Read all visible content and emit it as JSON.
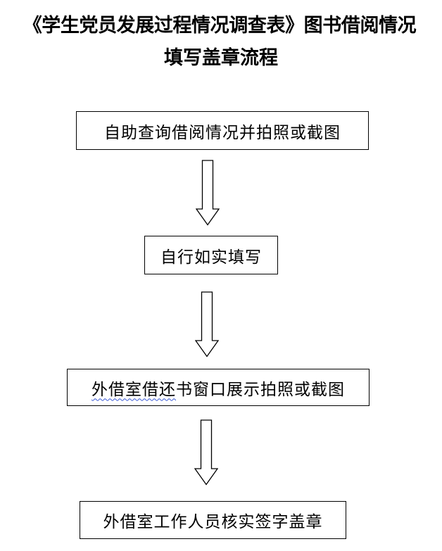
{
  "title": {
    "line1": "《学生党员发展过程情况调查表》图书借阅情况",
    "line2": "填写盖章流程"
  },
  "steps": [
    {
      "text": "自助查询借阅情况并拍照或截图"
    },
    {
      "text": "自行如实填写"
    },
    {
      "underlined": "外借室借还",
      "rest": "书窗口展示拍照或截图"
    },
    {
      "text": "外借室工作人员核实签字盖章"
    }
  ],
  "colors": {
    "line": "#000000",
    "spellcheck_underline": "#3a5ad6"
  },
  "icons": [
    "down-arrow-icon",
    "down-arrow-icon",
    "down-arrow-icon"
  ]
}
